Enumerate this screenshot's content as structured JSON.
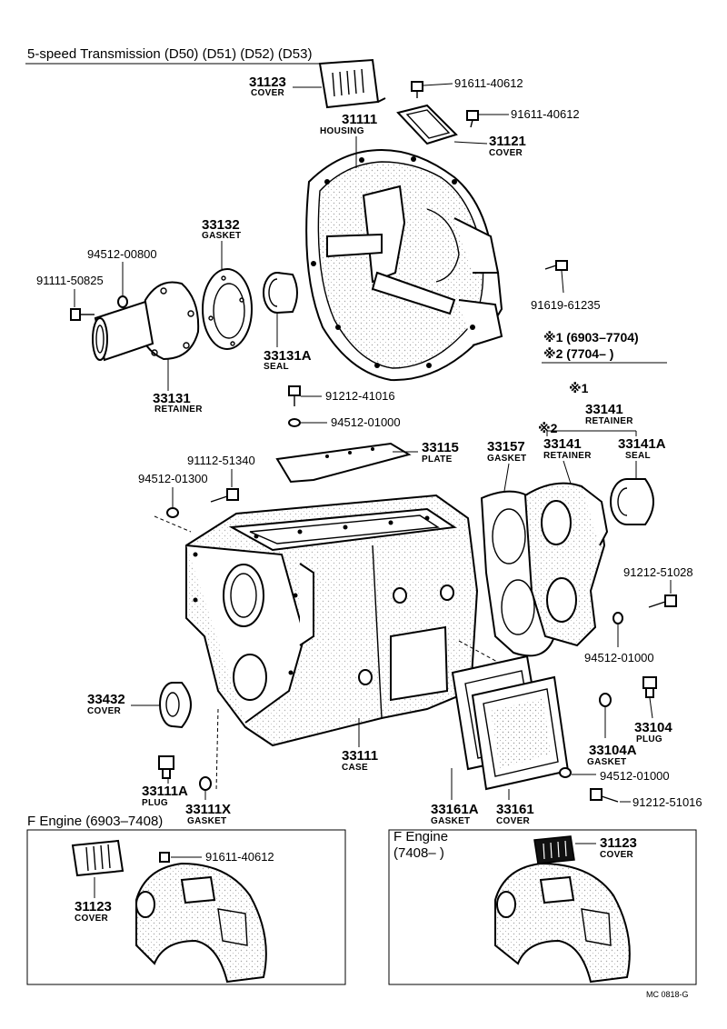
{
  "title": "5-speed Transmission (D50) (D51) (D52) (D53)",
  "notes": {
    "n1": "※1 (6903–7704)",
    "n2": "※2 (7704–      )",
    "mark1": "※1",
    "mark2": "※2"
  },
  "labels": {
    "p31123_top": "31123",
    "p31123_top_c": "COVER",
    "p91611_a": "91611-40612",
    "p91611_b": "91611-40612",
    "p31121": "31121",
    "p31121_c": "COVER",
    "p31111": "31111",
    "p31111_c": "HOUSING",
    "p33132": "33132",
    "p33132_c": "GASKET",
    "p94512_00800": "94512-00800",
    "p91111": "91111-50825",
    "p33131A": "33131A",
    "p33131A_c": "SEAL",
    "p33131": "33131",
    "p33131_c": "RETAINER",
    "p91619": "91619-61235",
    "p91212_41016": "91212-41016",
    "p94512_01000_a": "94512-01000",
    "p33141_a": "33141",
    "p33141_a_c": "RETAINER",
    "p91112": "91112-51340",
    "p33115": "33115",
    "p33115_c": "PLATE",
    "p33157": "33157",
    "p33157_c": "GASKET",
    "p33141_b": "33141",
    "p33141_b_c": "RETAINER",
    "p33141A": "33141A",
    "p33141A_c": "SEAL",
    "p94512_01300": "94512-01300",
    "p91212_51028": "91212-51028",
    "p94512_01000_b": "94512-01000",
    "p33432": "33432",
    "p33432_c": "COVER",
    "p33104": "33104",
    "p33104_c": "PLUG",
    "p33104A": "33104A",
    "p33104A_c": "GASKET",
    "p94512_01000_c": "94512-01000",
    "p33111": "33111",
    "p33111_c": "CASE",
    "p91212_51016": "91212-51016",
    "p33111A": "33111A",
    "p33111A_c": "PLUG",
    "p33111X": "33111X",
    "p33111X_c": "GASKET",
    "p33161A": "33161A",
    "p33161A_c": "GASKET",
    "p33161": "33161",
    "p33161_c": "COVER"
  },
  "inset_left": {
    "title": "F Engine (6903–7408)",
    "bolt": "91611-40612",
    "part": "31123",
    "part_c": "COVER"
  },
  "inset_right": {
    "title": "F Engine",
    "range": "(7408–          )",
    "part": "31123",
    "part_c": "COVER"
  },
  "footer": "MC 0818-G"
}
